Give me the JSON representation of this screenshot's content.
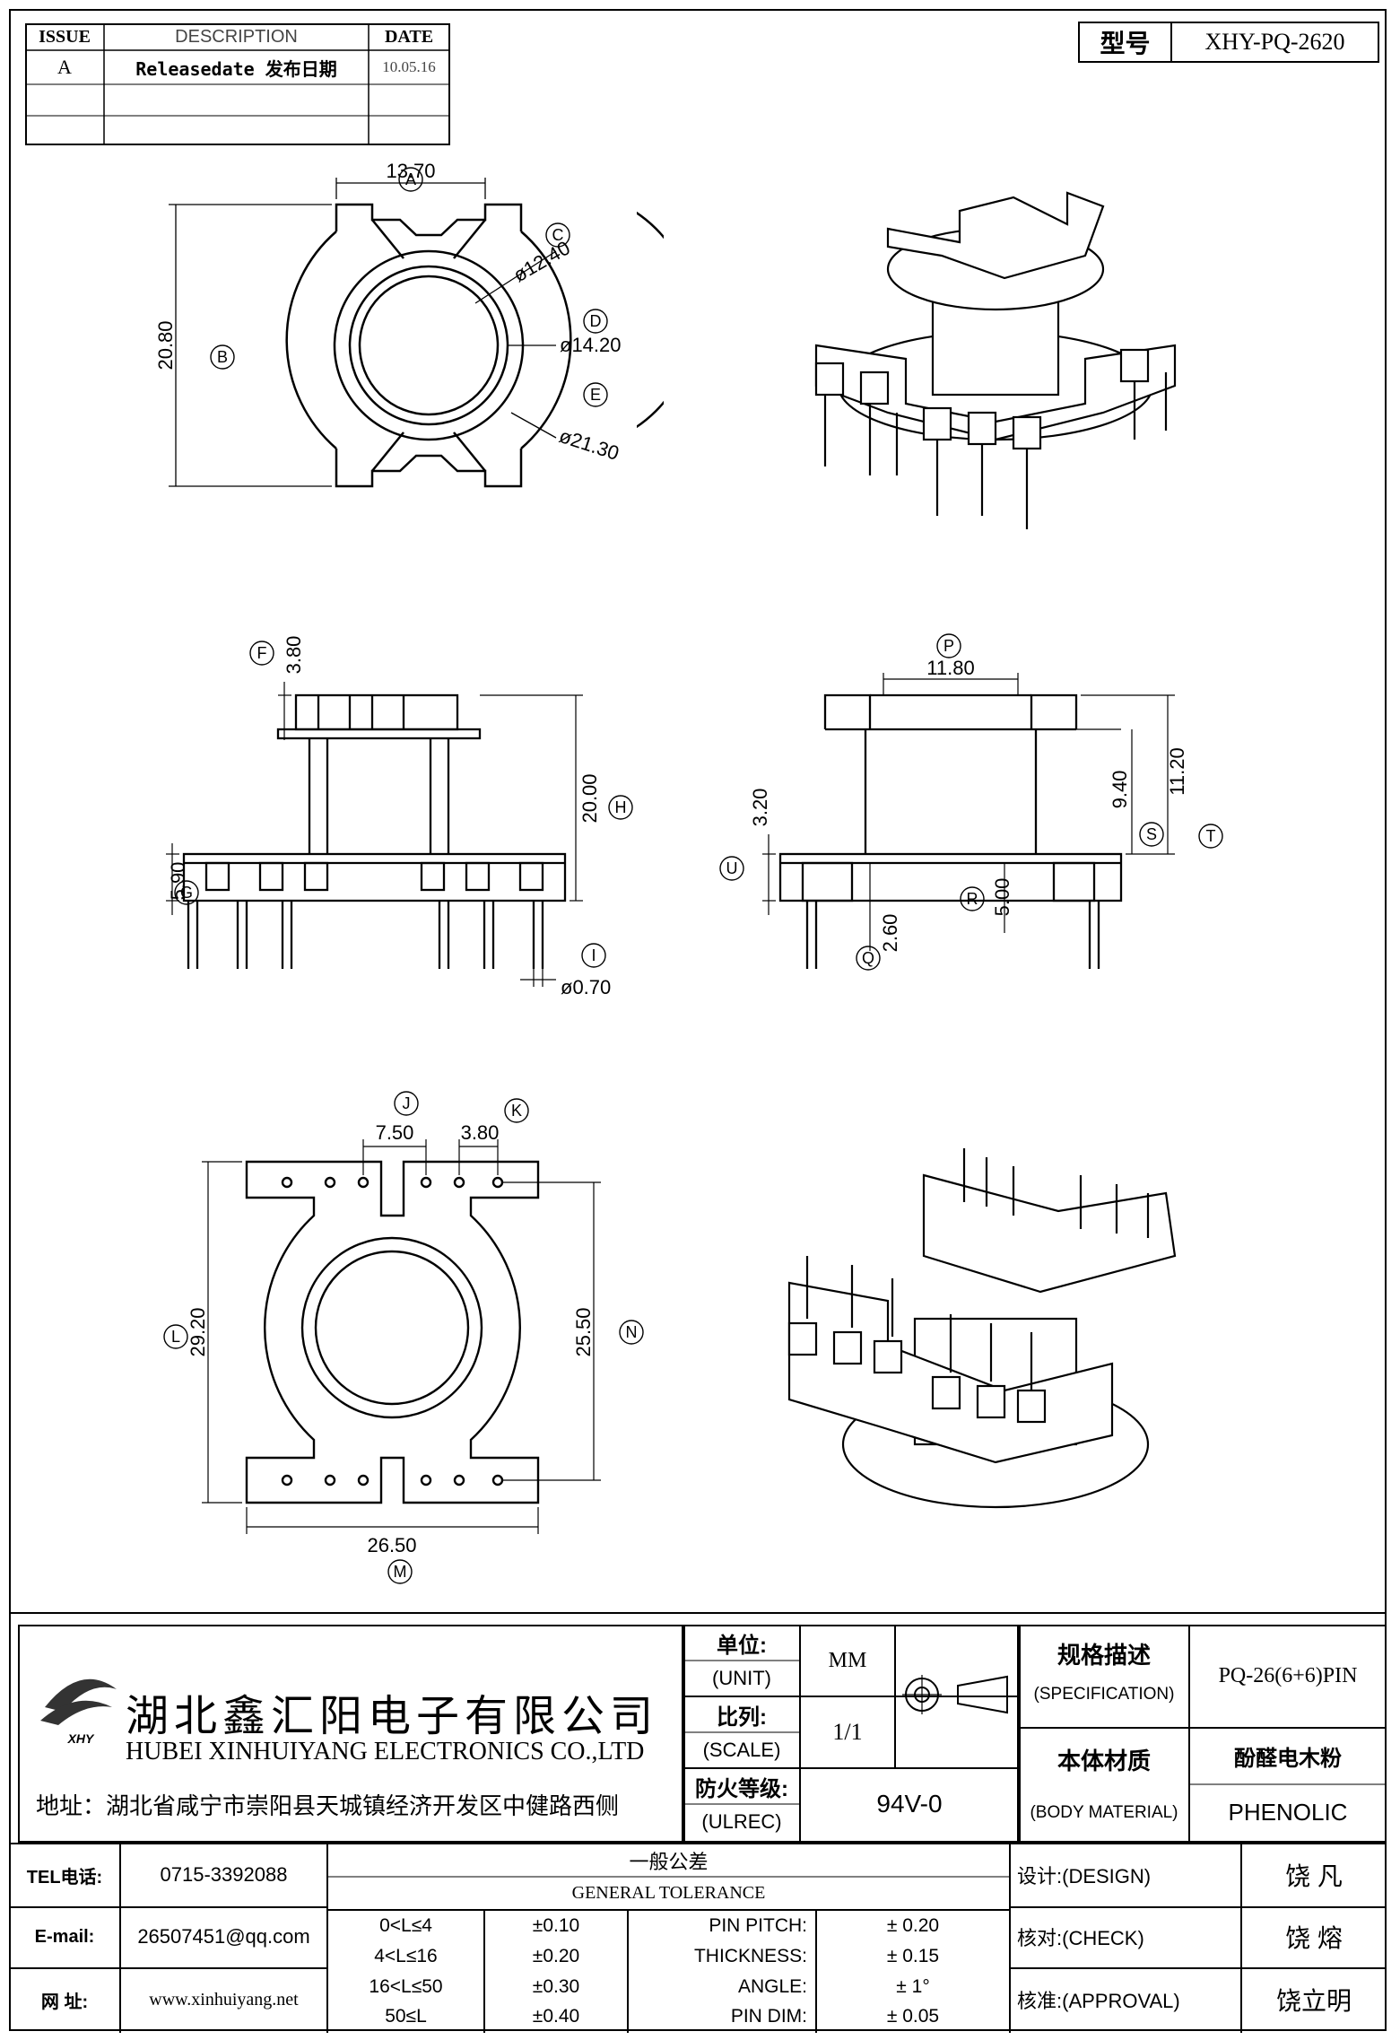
{
  "revision_table": {
    "headers": [
      "ISSUE",
      "DESCRIPTION",
      "DATE"
    ],
    "rows": [
      {
        "issue": "A",
        "description": "Releasedate 发布日期",
        "date": "10.05.16"
      },
      {
        "issue": "",
        "description": "",
        "date": ""
      },
      {
        "issue": "",
        "description": "",
        "date": ""
      }
    ]
  },
  "part_number": {
    "label": "型号",
    "value": "XHY-PQ-2620"
  },
  "dimensions": {
    "top_view": {
      "A": "13.70",
      "B": "20.80",
      "C": "ø12.40",
      "D": "ø14.20",
      "E": "ø21.30"
    },
    "front_view": {
      "F": "3.80",
      "H": "20.00",
      "G": "5.90",
      "I": "ø0.70"
    },
    "side_view": {
      "P": "11.80",
      "U": "3.20",
      "S": "9.40",
      "T": "11.20",
      "R": "5.00",
      "Q": "2.60"
    },
    "bottom_view": {
      "J": "7.50",
      "K": "3.80",
      "L": "29.20",
      "N": "25.50",
      "M": "26.50"
    }
  },
  "title_block": {
    "company_cn": "湖北鑫汇阳电子有限公司",
    "company_en": "HUBEI XINHUIYANG ELECTRONICS CO.,LTD",
    "address": "地址：湖北省咸宁市崇阳县天城镇经济开发区中健路西侧",
    "logo_text": "XHY",
    "unit_label_cn": "单位:",
    "unit_label_en": "(UNIT)",
    "unit_value": "MM",
    "scale_label_cn": "比列:",
    "scale_label_en": "(SCALE)",
    "scale_value": "1/1",
    "ul_label_cn": "防火等级:",
    "ul_label_en": "(ULREC)",
    "ul_value": "94V-0",
    "spec_label_cn": "规格描述",
    "spec_label_en": "(SPECIFICATION)",
    "spec_value": "PQ-26(6+6)PIN",
    "material_label_cn": "本体材质",
    "material_label_en": "(BODY MATERIAL)",
    "material_value_cn": "酚醛电木粉",
    "material_value_en": "PHENOLIC",
    "tel_label": "TEL电话:",
    "tel_value": "0715-3392088",
    "email_label": "E-mail:",
    "email_value": "26507451@qq.com",
    "web_label": "网  址:",
    "web_value": "www.xinhuiyang.net",
    "tolerance_title_cn": "一般公差",
    "tolerance_title_en": "GENERAL TOLERANCE",
    "tolerances": [
      {
        "range": "0<L≤4",
        "tol": "±0.10"
      },
      {
        "range": "4<L≤16",
        "tol": "±0.20"
      },
      {
        "range": "16<L≤50",
        "tol": "±0.30"
      },
      {
        "range": "50≤L",
        "tol": "±0.40"
      }
    ],
    "pin_specs": [
      {
        "name": "PIN PITCH:",
        "value": "± 0.20"
      },
      {
        "name": "THICKNESS:",
        "value": "± 0.15"
      },
      {
        "name": "ANGLE:",
        "value": "± 1°"
      },
      {
        "name": "PIN DIM:",
        "value": "± 0.05"
      }
    ],
    "design_label": "设计:(DESIGN)",
    "design_value": "饶  凡",
    "check_label": "核对:(CHECK)",
    "check_value": "饶  熔",
    "approval_label": "核准:(APPROVAL)",
    "approval_value": "饶立明"
  }
}
